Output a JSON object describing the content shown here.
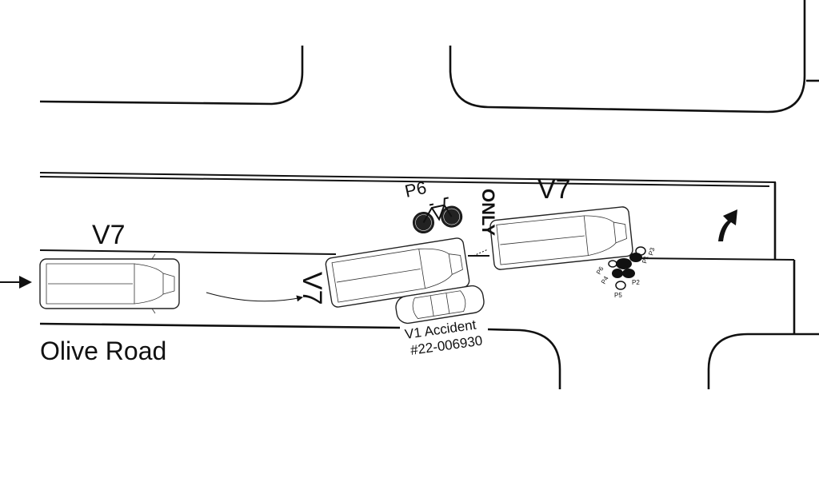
{
  "labels": {
    "road_name": "Olive Road",
    "v7_approach": "V7",
    "v7_impact": "V7",
    "v7_final": "V7",
    "p6": "P6",
    "v1_line1": "V1 Accident",
    "v1_line2": "#22-006930",
    "pavement_marking": "ONLY",
    "parts": [
      "P1",
      "P2",
      "P3",
      "P4",
      "P5",
      "P6"
    ]
  },
  "icons": {
    "bicycle": "bicycle-icon",
    "turn_arrow": "right-turn-arrow-icon",
    "direction_arrow": "direction-arrow-icon"
  },
  "colors": {
    "ink": "#111111",
    "background": "#ffffff"
  }
}
